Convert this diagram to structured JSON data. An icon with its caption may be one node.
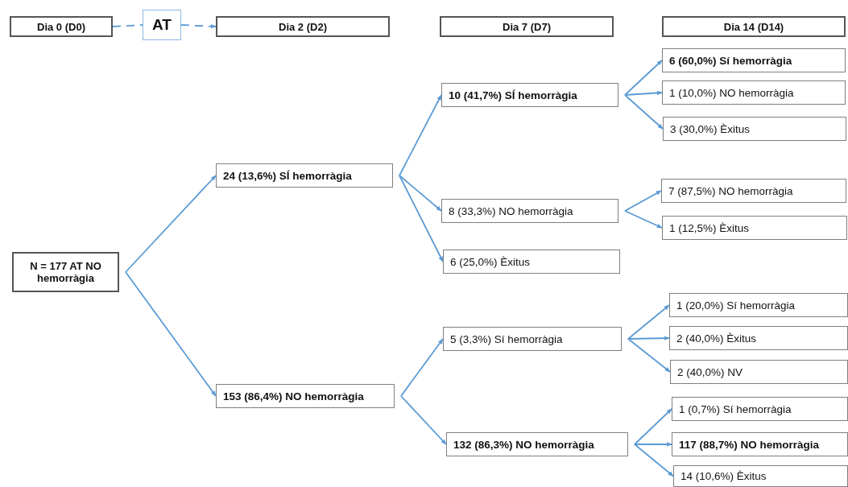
{
  "diagram": {
    "nodes": [
      {
        "text": [
          "Dia 0 (D0)"
        ]
      },
      {
        "text": [
          "AT"
        ]
      },
      {
        "text": [
          "Dia 2 (D2)"
        ]
      },
      {
        "text": [
          "Dia 7 (D7)"
        ]
      },
      {
        "text": [
          "Dia 14 (D14)"
        ]
      },
      {
        "text": [
          "N = 177 AT NO hemorràgia"
        ]
      },
      {
        "text": [
          "24 (13,6%) SÍ hemorràgia"
        ]
      },
      {
        "text": [
          "153 (86,4%) NO hemorràgia"
        ]
      },
      {
        "text": [
          "10 (41,7%) SÍ hemorràgia"
        ]
      },
      {
        "text": [
          "8 (33,3%) NO hemorràgia"
        ]
      },
      {
        "text": [
          "6 (25,0%) Èxitus"
        ]
      },
      {
        "text": [
          "5 (3,3%) Sí hemorràgia"
        ]
      },
      {
        "text": [
          "132 (86,3%) NO hemorràgia"
        ]
      },
      {
        "text": [
          "6 (60,0%) Sí hemorràgia"
        ]
      },
      {
        "text": [
          "1 (10,0%) NO hemorràgia"
        ]
      },
      {
        "text": [
          "3 (30,0%) Èxitus"
        ]
      },
      {
        "text": [
          "7 (87,5%) NO hemorràgia"
        ]
      },
      {
        "text": [
          "1 (12,5%) Èxitus"
        ]
      },
      {
        "text": [
          "1 (20,0%) Sí hemorràgia"
        ]
      },
      {
        "text": [
          "2 (40,0%) Èxitus"
        ]
      },
      {
        "text": [
          "2 (40,0%) NV"
        ]
      },
      {
        "text": [
          "1 (0,7%) Sí hemorràgia"
        ]
      },
      {
        "text": [
          "117 (88,7%) NO hemorràgia"
        ]
      },
      {
        "text": [
          "14 (10,6%) Èxitus"
        ]
      }
    ],
    "edges": [
      {
        "from": 0,
        "to": 1,
        "arrow": "none",
        "style": "dashed"
      },
      {
        "from": 1,
        "to": 2,
        "arrow": "to",
        "style": "dashed"
      },
      {
        "from": 5,
        "to": 6,
        "arrow": "to"
      },
      {
        "from": 5,
        "to": 7,
        "arrow": "to"
      },
      {
        "from": 6,
        "to": 8,
        "arrow": "to"
      },
      {
        "from": 6,
        "to": 9,
        "arrow": "to"
      },
      {
        "from": 6,
        "to": 10,
        "arrow": "to"
      },
      {
        "from": 7,
        "to": 11,
        "arrow": "to"
      },
      {
        "from": 7,
        "to": 12,
        "arrow": "to"
      },
      {
        "from": 8,
        "to": 13,
        "arrow": "to"
      },
      {
        "from": 8,
        "to": 14,
        "arrow": "to"
      },
      {
        "from": 8,
        "to": 15,
        "arrow": "to"
      },
      {
        "from": 9,
        "to": 16,
        "arrow": "to"
      },
      {
        "from": 9,
        "to": 17,
        "arrow": "to"
      },
      {
        "from": 11,
        "to": 18,
        "arrow": "to"
      },
      {
        "from": 11,
        "to": 19,
        "arrow": "to"
      },
      {
        "from": 11,
        "to": 20,
        "arrow": "to"
      },
      {
        "from": 12,
        "to": 21,
        "arrow": "to"
      },
      {
        "from": 12,
        "to": 22,
        "arrow": "to"
      },
      {
        "from": 12,
        "to": 23,
        "arrow": "to"
      }
    ]
  }
}
